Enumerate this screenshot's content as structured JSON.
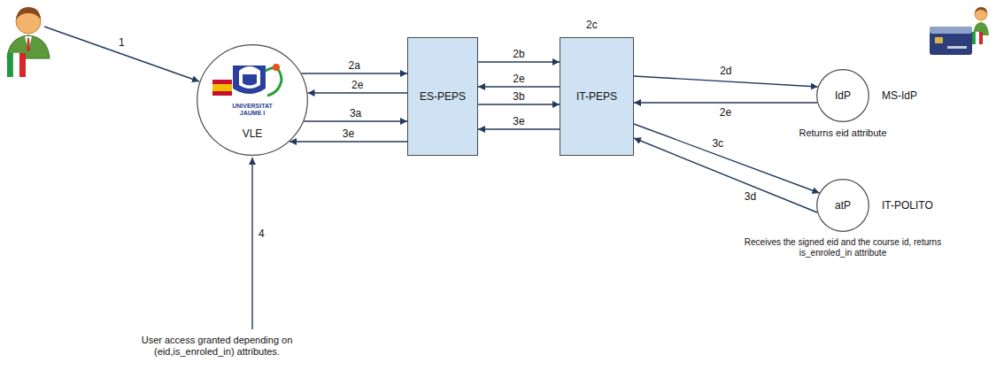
{
  "diagram": {
    "nodes": [
      {
        "text": [
          "UNIVERSITAT JAUME I",
          "VLE"
        ]
      },
      {
        "text": [
          "ES-PEPS"
        ]
      },
      {
        "text": [
          "IT-PEPS"
        ]
      },
      {
        "text": [
          "IdP",
          "Returns eid attribute",
          "MS-IdP"
        ]
      },
      {
        "text": [
          "atP",
          "IT-POLITO",
          "Receives the signed eid and the course id, returns is_enroled_in attribute"
        ]
      }
    ],
    "edges": [
      {
        "from": 0,
        "to": 1,
        "label": "2a",
        "arrow": "to"
      },
      {
        "from": 1,
        "to": 0,
        "label": "2e",
        "arrow": "to"
      },
      {
        "from": 0,
        "to": 1,
        "label": "3a",
        "arrow": "to"
      },
      {
        "from": 1,
        "to": 0,
        "label": "3e",
        "arrow": "to"
      },
      {
        "from": 1,
        "to": 2,
        "label": "2b",
        "arrow": "to"
      },
      {
        "from": 2,
        "to": 1,
        "label": "2e",
        "arrow": "to"
      },
      {
        "from": 1,
        "to": 2,
        "label": "3b",
        "arrow": "to"
      },
      {
        "from": 2,
        "to": 1,
        "label": "3e",
        "arrow": "to"
      },
      {
        "from": 2,
        "to": 3,
        "label": "2d",
        "arrow": "to"
      },
      {
        "from": 3,
        "to": 2,
        "label": "2e",
        "arrow": "to"
      },
      {
        "from": 2,
        "to": 4,
        "label": "3c",
        "arrow": "to"
      },
      {
        "from": 4,
        "to": 2,
        "label": "3d",
        "arrow": "to"
      }
    ],
    "labels": [
      "1",
      "2c",
      "4",
      "User access granted depending on (eid,is_enroled_in) attributes."
    ]
  }
}
